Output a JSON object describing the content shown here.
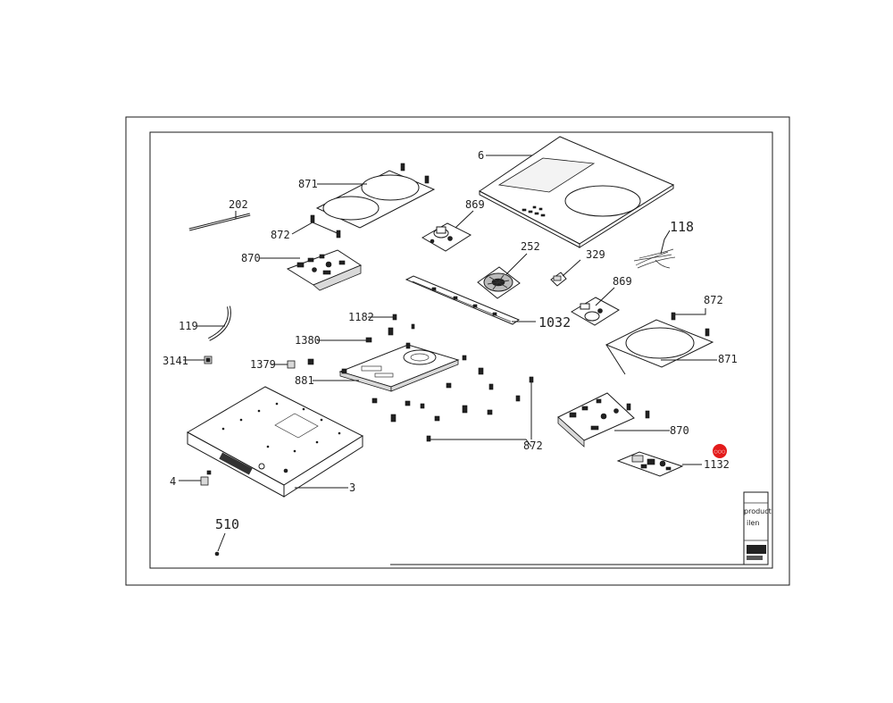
{
  "labels": {
    "p6": "6",
    "p871a": "871",
    "p202": "202",
    "p872a": "872",
    "p869a": "869",
    "p252": "252",
    "p118": "118",
    "p329": "329",
    "p870a": "870",
    "p869b": "869",
    "p872b": "872",
    "p119": "119",
    "p1182": "1182",
    "p1032": "1032",
    "p1380": "1380",
    "p871b": "871",
    "p3141": "3141",
    "p1379": "1379",
    "p881": "881",
    "p870b": "870",
    "p872c": "872",
    "p1132": "1132",
    "p4": "4",
    "p3": "3",
    "p510": "510"
  },
  "title_block": {
    "line1": "product",
    "line2": "ilen"
  },
  "marker": {
    "text": "○○○",
    "color": "#e31b1b"
  },
  "colors": {
    "line": "#1a1a1a",
    "marker": "#e31b1b"
  }
}
